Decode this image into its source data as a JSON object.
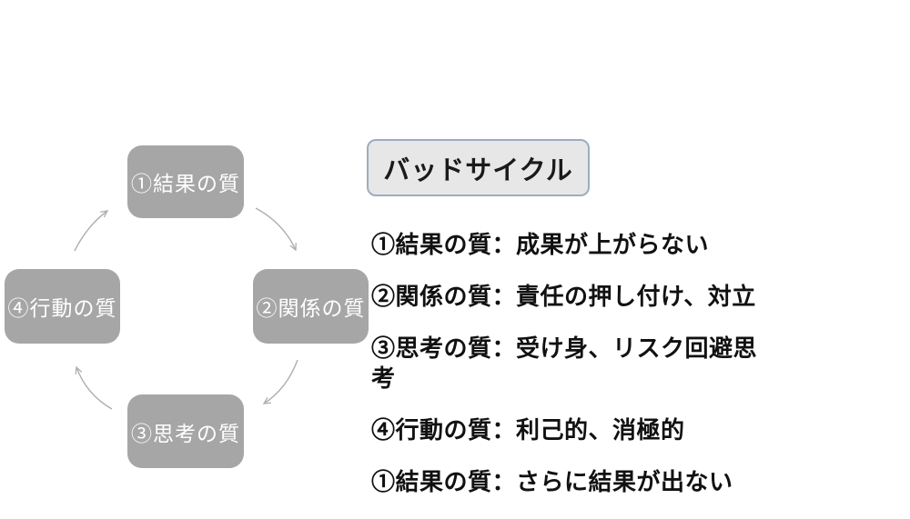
{
  "cycle_diagram": {
    "boxes": [
      {
        "id": "result",
        "label": "①結果の質",
        "position": "top"
      },
      {
        "id": "relationship",
        "label": "②関係の質",
        "position": "right"
      },
      {
        "id": "thinking",
        "label": "③思考の質",
        "position": "bottom"
      },
      {
        "id": "action",
        "label": "④行動の質",
        "position": "left"
      }
    ],
    "box_fill_color": "#a6a6a6",
    "box_text_color": "#ffffff",
    "arrow_color": "#aeaeae",
    "arrow_direction": "clockwise"
  },
  "panel": {
    "title": "バッドサイクル",
    "title_box_fill": "#e8e7e7",
    "title_box_border": "#9badc2",
    "items": [
      "①結果の質：成果が上がらない",
      "②関係の質：責任の押し付け、対立",
      "③思考の質：受け身、リスク回避思考",
      "④行動の質：利己的、消極的",
      "①結果の質：さらに結果が出ない"
    ]
  }
}
